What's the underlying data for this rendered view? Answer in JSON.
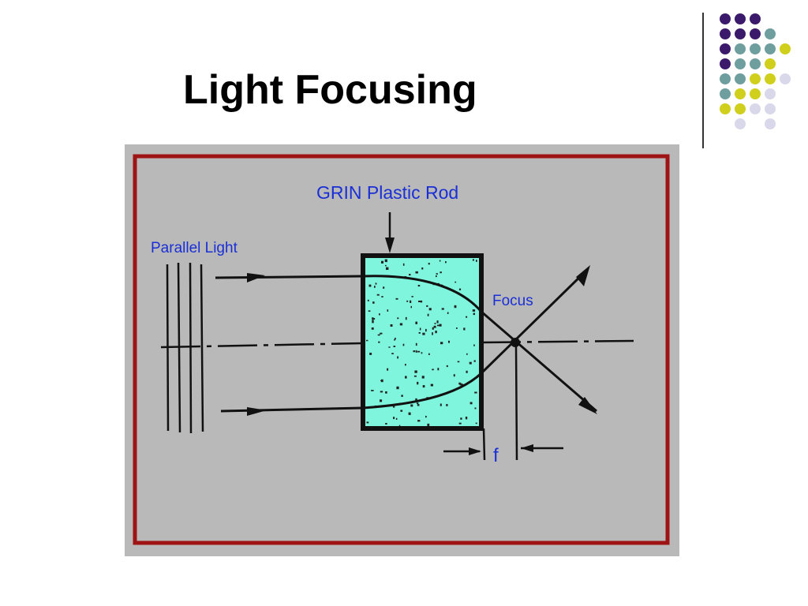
{
  "slide": {
    "title": "Light Focusing"
  },
  "diagram": {
    "label_rod": "GRIN Plastic Rod",
    "label_parallel_light": "Parallel Light",
    "label_focus": "Focus",
    "label_focal_length": "f"
  },
  "colors": {
    "label_blue": "#1a2fd6",
    "frame_red": "#9e1414",
    "panel_gray": "#b9b9b9",
    "rod_cyan": "#7ef5dc",
    "dot_purple": "#3b1a6b",
    "dot_teal": "#6f9e9e",
    "dot_yellow": "#cfcf1c",
    "dot_lavender": "#d8d8ea"
  },
  "decoration": {
    "dot_rows": [
      [
        "purple",
        "purple",
        "purple",
        "",
        "",
        ""
      ],
      [
        "purple",
        "purple",
        "purple",
        "teal",
        "",
        ""
      ],
      [
        "purple",
        "teal",
        "teal",
        "teal",
        "yellow",
        ""
      ],
      [
        "purple",
        "teal",
        "teal",
        "yellow",
        "",
        ""
      ],
      [
        "teal",
        "teal",
        "yellow",
        "yellow",
        "lavender",
        ""
      ],
      [
        "teal",
        "yellow",
        "yellow",
        "lavender",
        "",
        ""
      ],
      [
        "yellow",
        "yellow",
        "lavender",
        "lavender",
        "",
        ""
      ],
      [
        "",
        "lavender",
        "",
        "lavender",
        "",
        ""
      ]
    ]
  }
}
